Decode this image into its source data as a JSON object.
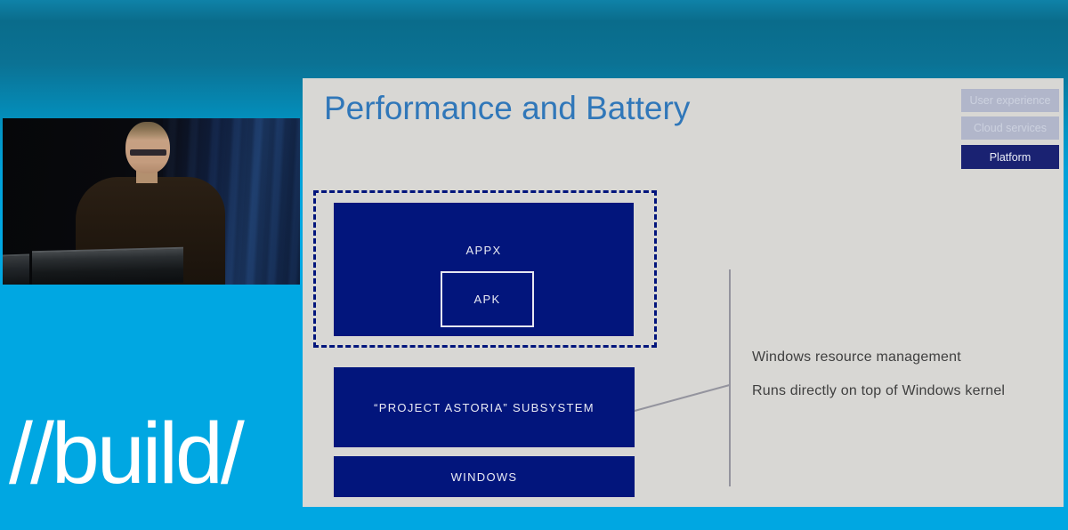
{
  "branding": {
    "logo": "//build/"
  },
  "slide": {
    "title": "Performance and Battery",
    "legend": [
      {
        "label": "User experience",
        "active": false
      },
      {
        "label": "Cloud services",
        "active": false
      },
      {
        "label": "Platform",
        "active": true
      }
    ],
    "diagram": {
      "appx": "APPX",
      "apk": "APK",
      "subsystem": "“PROJECT ASTORIA” SUBSYSTEM",
      "windows": "WINDOWS",
      "annotation_1": "Windows resource management",
      "annotation_2": "Runs directly on top of Windows kernel"
    }
  },
  "colors": {
    "background_cyan": "#00a7e2",
    "background_cyan_dark": "#0a6c8b",
    "slide_background": "#d8d7d4",
    "diagram_navy": "#02157c",
    "active_button_navy": "#1a2272",
    "inactive_button_bg": "#b1b6ca",
    "inactive_button_text": "#ccd1df",
    "title_blue": "#3077b9",
    "annotation_text": "#3f3f3f",
    "connector_gray": "#94949e",
    "logo_white": "#ffffff"
  }
}
